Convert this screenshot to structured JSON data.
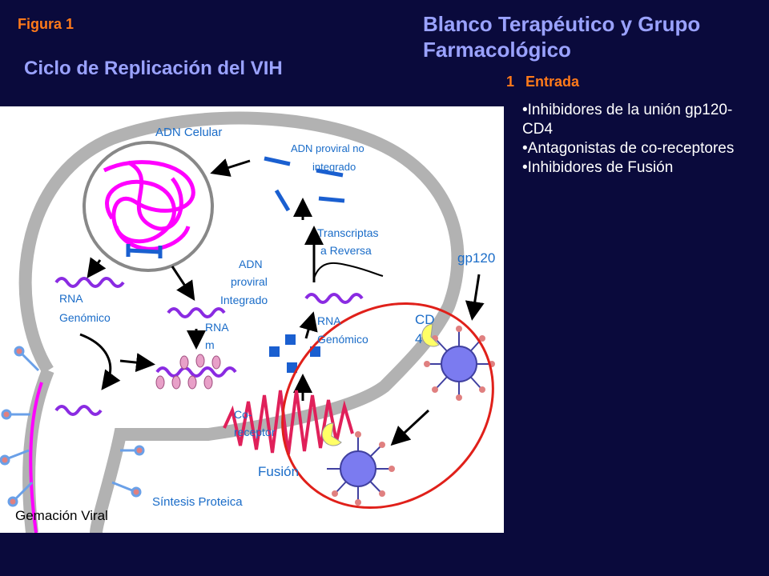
{
  "figure_label": "Figura 1",
  "title": "Ciclo de Replicación del  VIH",
  "right_panel": {
    "title": "Blanco Terapéutico y Grupo Farmacológico",
    "section_number": "1",
    "section_name": "Entrada",
    "bullets": [
      "•Inhibidores de la unión gp120-CD4",
      "•Antagonistas de co-receptores",
      "•Inhibidores de Fusión"
    ]
  },
  "diagram": {
    "labels": {
      "adn_celular": "ADN Celular",
      "adn_proviral_no_integrado_1": "ADN proviral no",
      "adn_proviral_no_integrado_2": "integrado",
      "transcriptasa_1": "Transcriptas",
      "transcriptasa_2": "a Reversa",
      "adn_proviral_integrado_1": "ADN",
      "adn_proviral_integrado_2": "proviral",
      "adn_proviral_integrado_3": "Integrado",
      "rna_genomico_left_1": "RNA",
      "rna_genomico_left_2": "Genómico",
      "rna_m_1": "RNA",
      "rna_m_2": "m",
      "rna_genomico_center_1": "RNA",
      "rna_genomico_center_2": "Genómico",
      "cd4_1": "CD",
      "cd4_2": "4",
      "gp120": "gp120",
      "co_receptor_1": "Co-",
      "co_receptor_2": "receptor",
      "fusion": "Fusión",
      "sintesis_proteica": "Síntesis Proteica",
      "gemacion_viral": "Gemación Viral"
    },
    "colors": {
      "label_blue": "#1a6cc8",
      "dna_magenta": "#ff00ff",
      "rna_purple": "#8a2be2",
      "provirus_blue": "#1a5fd0",
      "virus_body": "#7b7bf0",
      "receptor_yellow": "#ffff66",
      "protein_pink": "#e8a0c8",
      "entry_circle": "#e0201a"
    }
  }
}
